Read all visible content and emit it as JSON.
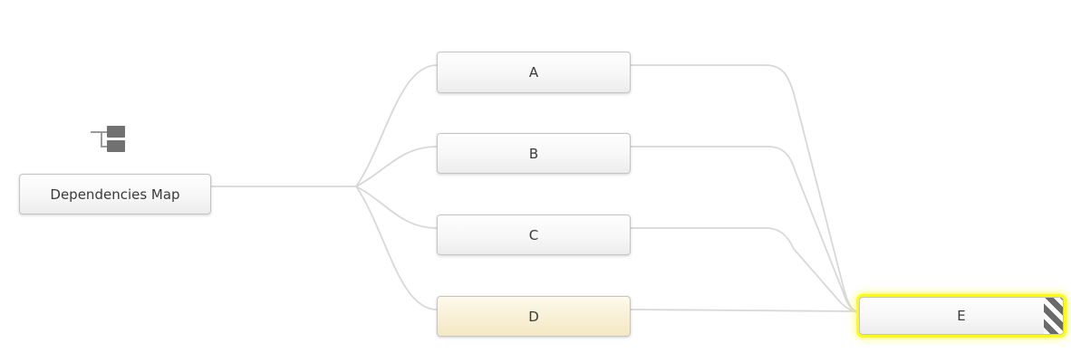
{
  "root": {
    "label": "Dependencies Map",
    "icon": "tree-hierarchy-icon"
  },
  "nodes": [
    {
      "id": "A",
      "label": "A",
      "style": "default"
    },
    {
      "id": "B",
      "label": "B",
      "style": "default"
    },
    {
      "id": "C",
      "label": "C",
      "style": "warm-highlight"
    },
    {
      "id": "D",
      "label": "D",
      "style": "warm-highlight"
    },
    {
      "id": "E",
      "label": "E",
      "style": "selected-yellow-striped"
    }
  ],
  "edges": [
    {
      "from": "root",
      "to": "A"
    },
    {
      "from": "root",
      "to": "B"
    },
    {
      "from": "root",
      "to": "C"
    },
    {
      "from": "root",
      "to": "D"
    },
    {
      "from": "A",
      "to": "E"
    },
    {
      "from": "B",
      "to": "E"
    },
    {
      "from": "C",
      "to": "E"
    },
    {
      "from": "D",
      "to": "E"
    }
  ],
  "colors": {
    "background": "#ffffff",
    "edge": "#d8d8d8",
    "node_border": "#c4c4c4",
    "node_text": "#3a3a3a",
    "node_fill_top": "#fefefe",
    "node_fill_bottom": "#ececec",
    "warm_fill_top": "#fdfaec",
    "warm_fill_bottom": "#f4e9c4",
    "selection_ring": "#ffff00",
    "stripe_dark": "#6a6a6a",
    "icon_gray": "#717171"
  }
}
